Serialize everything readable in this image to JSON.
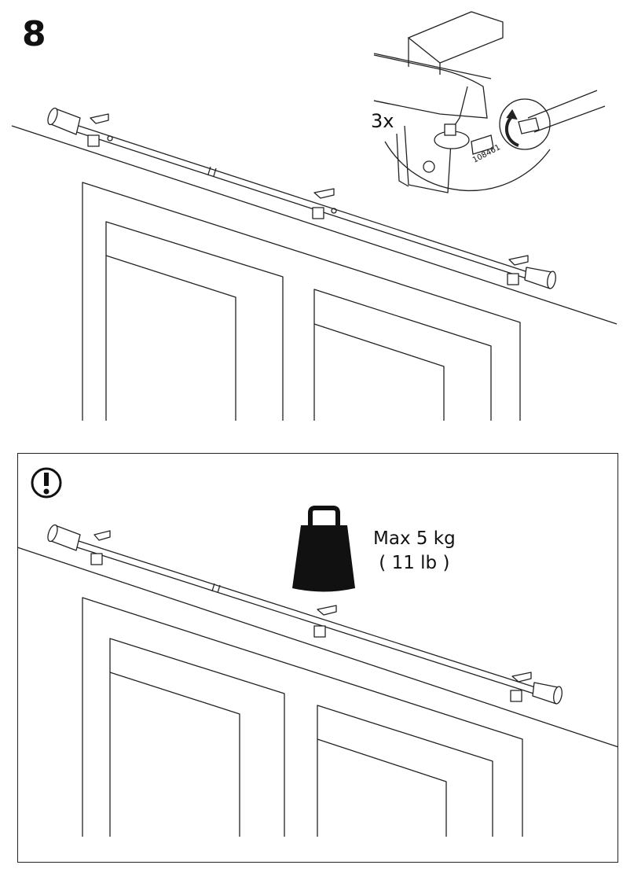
{
  "step": {
    "number": "8"
  },
  "detail": {
    "quantity": "3x",
    "part_number": "108461",
    "screw_icon": "screw-icon",
    "screwdriver_icon": "screwdriver-icon"
  },
  "warning": {
    "icon": "exclamation-circle-icon",
    "max_load": "Max 5 kg",
    "max_load_imperial": "( 11 lb )",
    "weight_icon": "weight-icon"
  }
}
